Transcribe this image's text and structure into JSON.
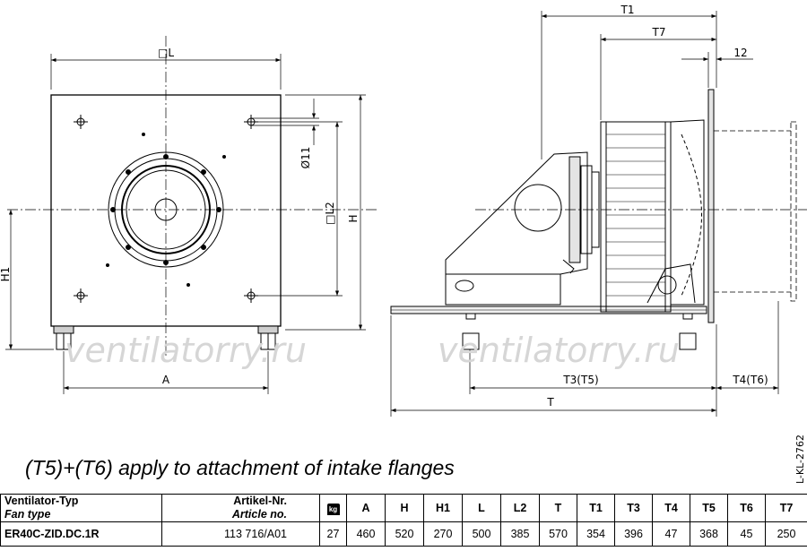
{
  "drawing": {
    "dimensions": {
      "L": "□L",
      "L2": "□L2",
      "H": "H",
      "H1": "H1",
      "A": "A",
      "d11": "Ø11",
      "T": "T",
      "T1": "T1",
      "T7": "T7",
      "d12": "12",
      "T3T5": "T3(T5)",
      "T4T6": "T4(T6)"
    },
    "watermark_left": "ventilatorry.ru",
    "watermark_right": "ventilatorry.ru",
    "reference_code": "L-KL-2762"
  },
  "note": "(T5)+(T6) apply to attachment of intake flanges",
  "table": {
    "header": {
      "type_de": "Ventilator-Typ",
      "type_en": "Fan type",
      "article_de": "Artikel-Nr.",
      "article_en": "Article no.",
      "weight_icon": "kg",
      "columns": [
        "A",
        "H",
        "H1",
        "L",
        "L2",
        "T",
        "T1",
        "T3",
        "T4",
        "T5",
        "T6",
        "T7"
      ]
    },
    "row": {
      "type": "ER40C-ZID.DC.1R",
      "article": "113 716/A01",
      "weight": "27",
      "values": [
        "460",
        "520",
        "270",
        "500",
        "385",
        "570",
        "354",
        "396",
        "47",
        "368",
        "45",
        "250"
      ]
    }
  }
}
